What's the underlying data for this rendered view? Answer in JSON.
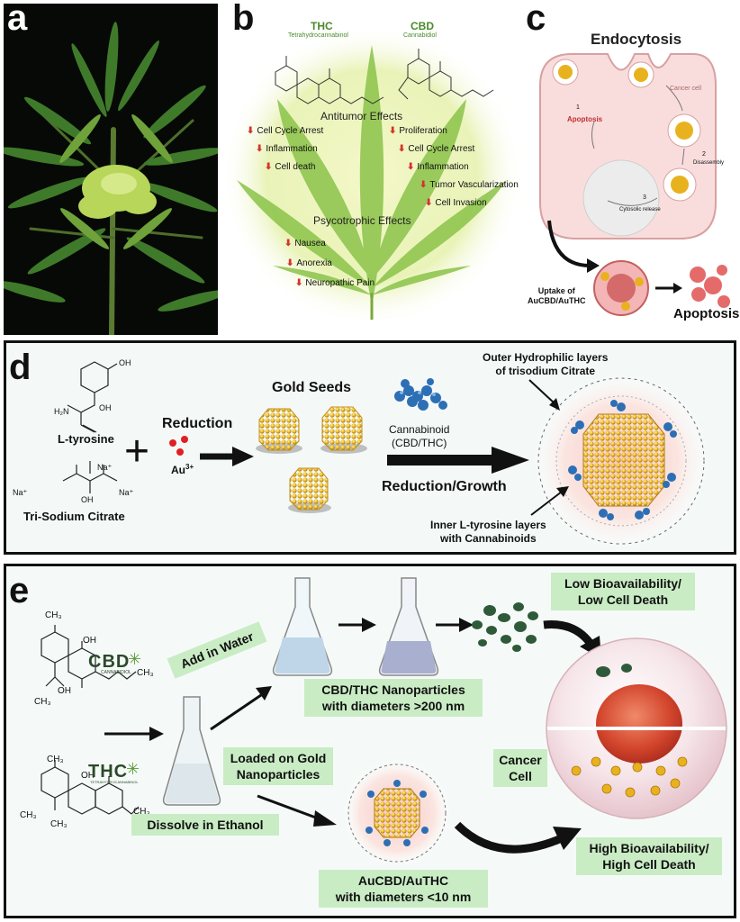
{
  "panels": {
    "a": "a",
    "b": "b",
    "c": "c",
    "d": "d",
    "e": "e"
  },
  "b": {
    "thc_title": "THC",
    "thc_sub": "Tetrahydrocannabinol",
    "cbd_title": "CBD",
    "cbd_sub": "Cannabidiol",
    "antitumor": "Antitumor Effects",
    "psychotropic": "Psycotrophic Effects",
    "left_items": [
      "Cell Cycle Arrest",
      "Inflammation",
      "Cell death"
    ],
    "right_items": [
      "Proliferation",
      "Cell Cycle Arrest",
      "Inflammation",
      "Tumor Vascularization",
      "Cell Invasion"
    ],
    "bottom_items": [
      "Nausea",
      "Anorexia",
      "Neuropathic Pain"
    ]
  },
  "c": {
    "title": "Endocytosis",
    "cancer_cell": "Cancer cell",
    "apoptosis_small": "Apoptosis",
    "disassembly": "Disassembly",
    "cytosolic": "Cytosolic release",
    "uptake": "Uptake of\nAuCBD/AuTHC",
    "apoptosis": "Apoptosis",
    "step_a": "1",
    "step_b": "2",
    "step_c": "3"
  },
  "d": {
    "ltyrosine": "L-tyrosine",
    "citrate": "Tri-Sodium Citrate",
    "reduction": "Reduction",
    "au": "Au",
    "au_sup": "3+",
    "gold_seeds": "Gold Seeds",
    "cannabinoid": "Cannabinoid\n(CBD/THC)",
    "growth": "Reduction/Growth",
    "outer": "Outer Hydrophilic layers\nof trisodium Citrate",
    "inner": "Inner L-tyrosine layers\nwith Cannabinoids",
    "oh": "OH",
    "nh2": "H₂N",
    "na": "Na⁺"
  },
  "e": {
    "low": "Low Bioavailability/\nLow Cell Death",
    "add_water": "Add in Water",
    "cbd_thc_np": "CBD/THC Nanoparticles\nwith diameters >200 nm",
    "loaded": "Loaded on Gold\nNanoparticles",
    "cancer_cell": "Cancer\nCell",
    "dissolve": "Dissolve in Ethanol",
    "high": "High Bioavailability/\nHigh Cell Death",
    "au_np": "AuCBD/AuTHC\nwith diameters <10 nm",
    "cbd_logo": "CBD",
    "cbd_logo_sub": "CANNABIDIOL",
    "thc_logo": "THC",
    "thc_logo_sub": "TETRAHYDROCANNABINOL",
    "ch3": "CH₃",
    "oh": "OH"
  },
  "colors": {
    "label_green": "#c9ecc4",
    "red": "#d2342c",
    "gold": "#e8b21e",
    "blue": "#2d6fb5",
    "pink": "#f6dada"
  }
}
